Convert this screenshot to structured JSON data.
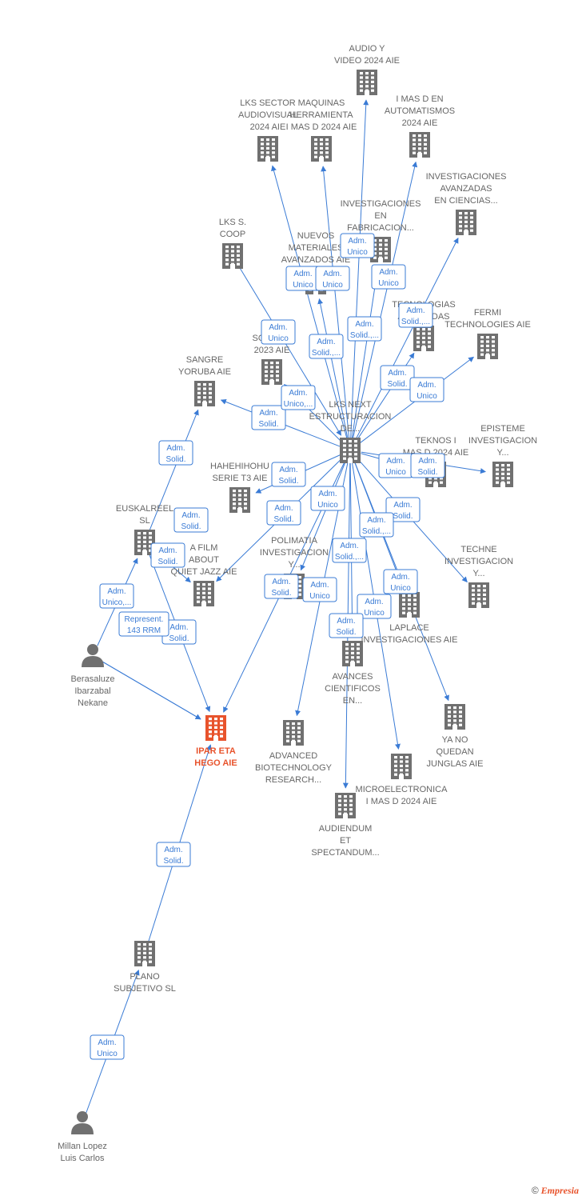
{
  "colors": {
    "company": "#707070",
    "main": "#e8532c",
    "person": "#707070",
    "edge": "#3a7bd5"
  },
  "nodes": [
    {
      "id": "ipar",
      "kind": "main",
      "lines": [
        "IPAR ETA",
        "HEGO  AIE"
      ]
    },
    {
      "id": "lksnext",
      "kind": "company",
      "lines": [
        "LKS NEXT",
        "ESTRUCTURACION",
        "DE..."
      ]
    },
    {
      "id": "audio",
      "kind": "company",
      "lines": [
        "AUDIO Y",
        "VIDEO 2024  AIE"
      ]
    },
    {
      "id": "lkssector",
      "kind": "company",
      "lines": [
        "LKS SECTOR",
        "AUDIOVISUAL",
        "2024 AIE"
      ]
    },
    {
      "id": "maquinas",
      "kind": "company",
      "lines": [
        "MAQUINAS",
        "HERRAMIENTA",
        "I MAS D 2024 AIE"
      ]
    },
    {
      "id": "imasd",
      "kind": "company",
      "lines": [
        "I MAS D EN",
        "AUTOMATISMOS",
        "2024 AIE"
      ]
    },
    {
      "id": "invavz",
      "kind": "company",
      "lines": [
        "INVESTIGACIONES",
        "AVANZADAS",
        "EN CIENCIAS..."
      ]
    },
    {
      "id": "invfab",
      "kind": "company",
      "lines": [
        "INVESTIGACIONES",
        "EN",
        "FABRICACION..."
      ]
    },
    {
      "id": "lkscoop",
      "kind": "company",
      "lines": [
        "LKS S.",
        "COOP"
      ]
    },
    {
      "id": "nuevos",
      "kind": "company",
      "lines": [
        "NUEVOS",
        "MATERIALES",
        "AVANZADOS AIE"
      ]
    },
    {
      "id": "tecno",
      "kind": "company",
      "lines": [
        "TECNOLOGIAS",
        "AVANZADAS"
      ]
    },
    {
      "id": "isost",
      "kind": "company",
      "lines": [
        "I...",
        "SOST... D",
        "2023 AIE"
      ]
    },
    {
      "id": "fermi",
      "kind": "company",
      "lines": [
        "FERMI",
        "TECHNOLOGIES AIE"
      ]
    },
    {
      "id": "sangre",
      "kind": "company",
      "lines": [
        "SANGRE",
        "YORUBA AIE"
      ]
    },
    {
      "id": "teknos",
      "kind": "company",
      "lines": [
        "TEKNOS I",
        "MAS D 2024 AIE"
      ]
    },
    {
      "id": "episteme",
      "kind": "company",
      "lines": [
        "EPISTEME",
        "INVESTIGACION",
        "Y..."
      ]
    },
    {
      "id": "hahe",
      "kind": "company",
      "lines": [
        "HAHEHIHOHU",
        "SERIE T3  AIE"
      ]
    },
    {
      "id": "euskal",
      "kind": "company",
      "lines": [
        "EUSKALREEL",
        "SL"
      ]
    },
    {
      "id": "afilm",
      "kind": "company",
      "lines": [
        "A FILM",
        "ABOUT",
        "QUIET JAZZ AIE"
      ]
    },
    {
      "id": "polimatia",
      "kind": "company",
      "lines": [
        "POLIMATIA",
        "INVESTIGACION",
        "Y..."
      ]
    },
    {
      "id": "techne",
      "kind": "company",
      "lines": [
        "TECHNE",
        "INVESTIGACION",
        "Y..."
      ]
    },
    {
      "id": "laplace",
      "kind": "company",
      "lines": [
        "LAPLACE",
        "INVESTIGACIONES AIE"
      ]
    },
    {
      "id": "avances",
      "kind": "company",
      "lines": [
        "AVANCES",
        "CIENTIFICOS",
        "EN..."
      ]
    },
    {
      "id": "yano",
      "kind": "company",
      "lines": [
        "YA NO",
        "QUEDAN",
        "JUNGLAS AIE"
      ]
    },
    {
      "id": "advanced",
      "kind": "company",
      "lines": [
        "ADVANCED",
        "BIOTECHNOLOGY",
        "RESEARCH..."
      ]
    },
    {
      "id": "micro",
      "kind": "company",
      "lines": [
        "MICROELECTRONICA",
        "I MAS D 2024 AIE"
      ]
    },
    {
      "id": "audiendum",
      "kind": "company",
      "lines": [
        "AUDIENDUM",
        "ET",
        "SPECTANDUM..."
      ]
    },
    {
      "id": "berasaluze",
      "kind": "person",
      "lines": [
        "Berasaluze",
        "Ibarzabal",
        "Nekane"
      ]
    },
    {
      "id": "plano",
      "kind": "company",
      "lines": [
        "PLANO",
        "SUBJETIVO SL"
      ]
    },
    {
      "id": "millan",
      "kind": "person",
      "lines": [
        "Millan Lopez",
        "Luis Carlos"
      ]
    }
  ],
  "edges": [
    {
      "from": "lksnext",
      "to": "audio",
      "label": [
        "Adm.",
        "Unico"
      ]
    },
    {
      "from": "lksnext",
      "to": "lkssector",
      "label": [
        "Adm.",
        "Unico"
      ]
    },
    {
      "from": "lksnext",
      "to": "maquinas",
      "label": [
        "Adm.",
        "Unico"
      ]
    },
    {
      "from": "lksnext",
      "to": "imasd",
      "label": [
        "Adm.",
        "Unico"
      ]
    },
    {
      "from": "lksnext",
      "to": "invavz",
      "label": [
        "Adm.",
        "Solid.,..."
      ]
    },
    {
      "from": "lksnext",
      "to": "invfab",
      "label": [
        "Adm.",
        "Solid.,..."
      ]
    },
    {
      "from": "lksnext",
      "to": "nuevos",
      "label": [
        "Adm.",
        "Solid.,..."
      ]
    },
    {
      "from": "lksnext",
      "to": "tecno",
      "label": [
        "Adm.",
        "Solid."
      ]
    },
    {
      "from": "lksnext",
      "to": "fermi",
      "label": [
        "Adm.",
        "Unico"
      ]
    },
    {
      "from": "lksnext",
      "to": "isost",
      "label": [
        "Adm.",
        "Unico"
      ]
    },
    {
      "from": "lksnext",
      "to": "sangre",
      "label": [
        "Adm.",
        "Solid."
      ]
    },
    {
      "from": "lkscoop",
      "to": "lksnext",
      "label": [
        "Adm.",
        "Unico,..."
      ]
    },
    {
      "from": "lksnext",
      "to": "teknos",
      "label": [
        "Adm.",
        "Unico"
      ]
    },
    {
      "from": "lksnext",
      "to": "episteme",
      "label": [
        "Adm.",
        "Solid."
      ]
    },
    {
      "from": "lksnext",
      "to": "hahe",
      "label": [
        "Adm.",
        "Solid."
      ]
    },
    {
      "from": "lksnext",
      "to": "afilm",
      "label": [
        "Adm.",
        "Solid."
      ]
    },
    {
      "from": "lksnext",
      "to": "polimatia",
      "label": [
        "Adm.",
        "Unico"
      ]
    },
    {
      "from": "lksnext",
      "to": "techne",
      "label": [
        "Adm.",
        "Solid."
      ]
    },
    {
      "from": "lksnext",
      "to": "laplace",
      "label": [
        "Adm.",
        "Solid.,..."
      ]
    },
    {
      "from": "lksnext",
      "to": "avances",
      "label": [
        "Adm.",
        "Solid.,..."
      ]
    },
    {
      "from": "lksnext",
      "to": "yano",
      "label": [
        "Adm.",
        "Unico"
      ]
    },
    {
      "from": "lksnext",
      "to": "micro",
      "label": [
        "Adm.",
        "Unico"
      ]
    },
    {
      "from": "lksnext",
      "to": "advanced",
      "label": [
        "Adm.",
        "Solid."
      ]
    },
    {
      "from": "lksnext",
      "to": "audiendum",
      "label": [
        "Adm.",
        "Unico"
      ]
    },
    {
      "from": "lksnext",
      "to": "ipar",
      "label": [
        "Adm.",
        "Solid."
      ]
    },
    {
      "from": "euskal",
      "to": "sangre",
      "label": [
        "Adm.",
        "Solid."
      ]
    },
    {
      "from": "euskal",
      "to": "afilm",
      "label": [
        "Adm.",
        "Solid."
      ]
    },
    {
      "from": "euskal",
      "to": "ipar",
      "label": [
        "Adm.",
        "Solid."
      ]
    },
    {
      "from": "berasaluze",
      "to": "euskal",
      "label": [
        "Adm.",
        "Unico,..."
      ]
    },
    {
      "from": "berasaluze",
      "to": "ipar",
      "label": [
        "Adm.",
        "Solid."
      ]
    },
    {
      "from": "berasaluze",
      "to": "ipar",
      "label": [
        "Represent.",
        "143 RRM"
      ]
    },
    {
      "from": "plano",
      "to": "ipar",
      "label": [
        "Adm.",
        "Solid."
      ]
    },
    {
      "from": "millan",
      "to": "plano",
      "label": [
        "Adm.",
        "Unico"
      ]
    }
  ],
  "brand": {
    "copyright": "©",
    "name": "Empresia"
  }
}
